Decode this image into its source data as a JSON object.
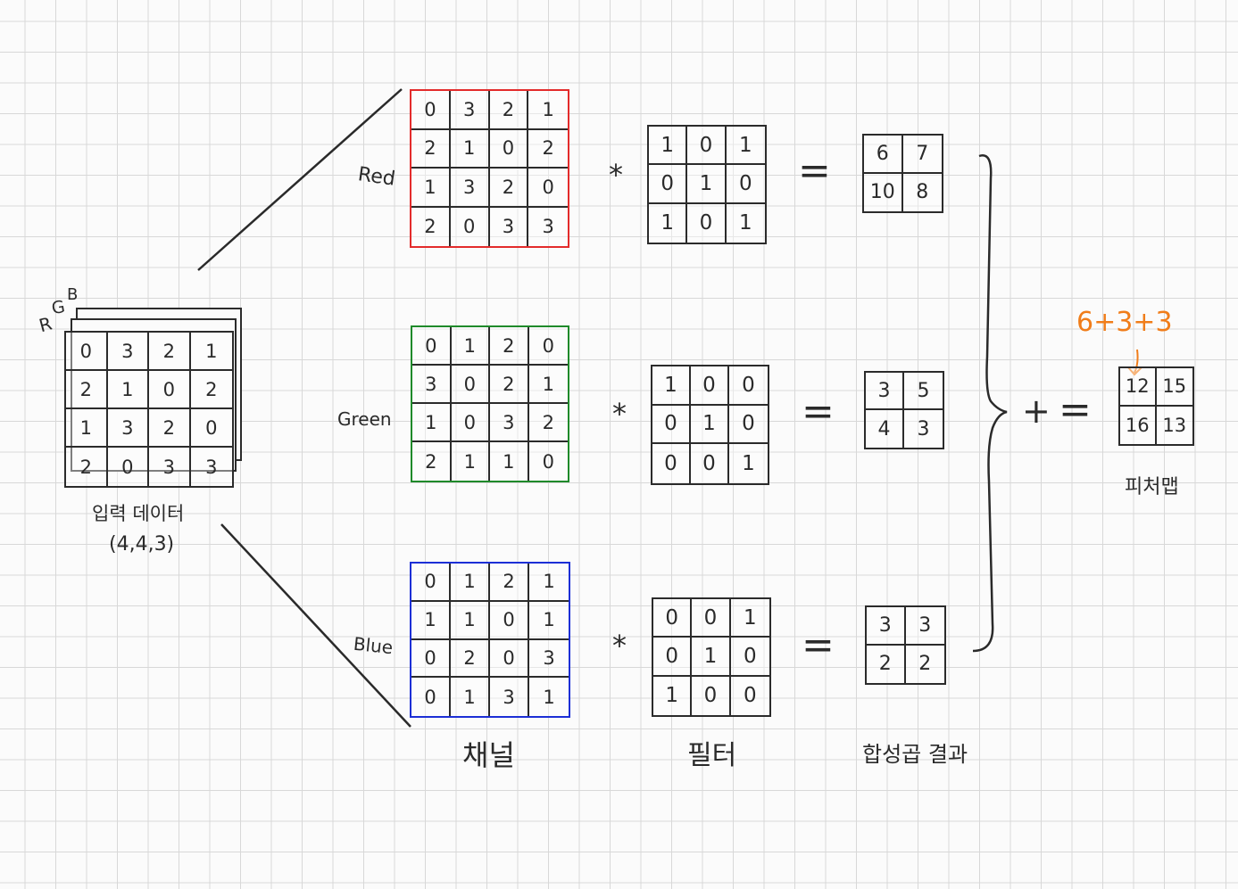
{
  "input": {
    "rgb_r": "R",
    "rgb_g": "G",
    "rgb_b": "B",
    "matrix": [
      0,
      3,
      2,
      1,
      2,
      1,
      0,
      2,
      1,
      3,
      2,
      0,
      2,
      0,
      3,
      3
    ],
    "caption": "입력 데이터",
    "shape": "(4,4,3)"
  },
  "channels": [
    {
      "name": "Red",
      "matrix": [
        0,
        3,
        2,
        1,
        2,
        1,
        0,
        2,
        1,
        3,
        2,
        0,
        2,
        0,
        3,
        3
      ]
    },
    {
      "name": "Green",
      "matrix": [
        0,
        1,
        2,
        0,
        3,
        0,
        2,
        1,
        1,
        0,
        3,
        2,
        2,
        1,
        1,
        0
      ]
    },
    {
      "name": "Blue",
      "matrix": [
        0,
        1,
        2,
        1,
        1,
        1,
        0,
        1,
        0,
        2,
        0,
        3,
        0,
        1,
        3,
        1
      ]
    }
  ],
  "filters": [
    [
      1,
      0,
      1,
      0,
      1,
      0,
      1,
      0,
      1
    ],
    [
      1,
      0,
      0,
      0,
      1,
      0,
      0,
      0,
      1
    ],
    [
      0,
      0,
      1,
      0,
      1,
      0,
      1,
      0,
      0
    ]
  ],
  "results": [
    [
      6,
      7,
      10,
      8
    ],
    [
      3,
      5,
      4,
      3
    ],
    [
      3,
      3,
      2,
      2
    ]
  ],
  "operators": {
    "conv": "*",
    "equals": "=",
    "plus": "+"
  },
  "feature_map": {
    "matrix": [
      12,
      15,
      16,
      13
    ],
    "annotation": "6+3+3",
    "caption": "피처맵"
  },
  "captions": {
    "channel": "채널",
    "filter": "필터",
    "conv_result": "합성곱 결과"
  },
  "colors": {
    "red": "#e32b2b",
    "green": "#1f8a2a",
    "blue": "#1c2fd6",
    "annotation": "#f07d1a",
    "ink": "#2a2a2a"
  }
}
